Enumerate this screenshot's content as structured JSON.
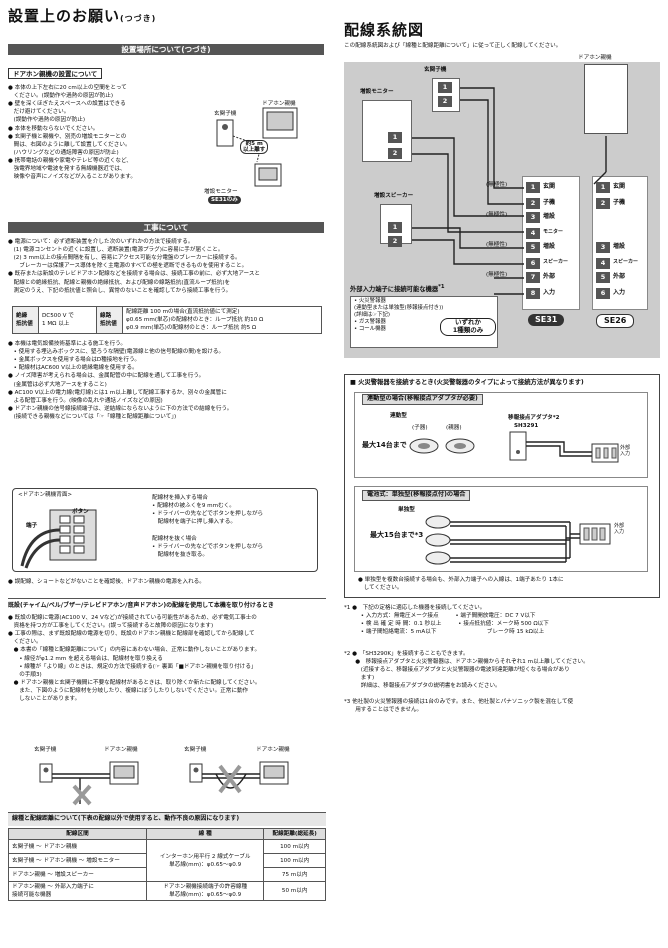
{
  "left": {
    "title": "設置上のお願い",
    "title_sub": "(つづき)",
    "install_bar": "設置場所について(つづき)",
    "doorphone_head": "ドアホン親機の設置について",
    "doorphone_bullets": "● 本体の上下左右に20 cm以上の空間をとって\n　ください。(誤動作や過熱の原因が防止)\n● 壁を深くほぎたえスペースへの設置はできる\n　だけ避けてください。\n　(誤動作や過熱の原因が防止)\n● 本体を移動ならないでください。\n● 玄関子機と親機や、別売の増設モニターとの\n　間は、右図のように離して設置してください。\n　(ハウリングなどの通話障害の原因が防止)\n● 携帯電話の親機や家電やテレビ等の近くなど、\n　強電界地域や電波を発する無線機器近では、\n　映像や音声にノイズなどが入ることがあります。",
    "fig_labels": [
      "玄関子機",
      "ドアホン親機",
      "約5 m\n以上離す",
      "増設モニター",
      "SE31のみ"
    ],
    "work_bar": "工事について",
    "work_text1": "● 電源について：必ず遮断装置を介した次のいずれかの方法で接続する。\n　(1) 電源コンセントの近くに設置し、遮断装置(電源プラグ)に容易に手が届くこと。\n　(2) 3 mm以上の接点間隔を有し、容易にアクセス可能な分電盤のブレーカーに接続する。\n　　ブレーカーは保護アース導体を除く主電源のすべての極を遮断できるものを使用すること。\n● 既存または新設のテレビドアホン配線などを接続する場合は、接続工事の前に、必ず大地アースと\n　配線との絶縁抵抗、配線と親機の絶縁抵抗、および配線の線路抵抗(直流ループ抵抗)を\n　測定のうえ、下記の抵抗値と照合し、異常のないことを確認してから接続工事を行う。",
    "spec_rows": [
      [
        "絶縁\n抵抗値",
        "DC500 V で\n1 MΩ 以上",
        "線路\n抵抗値",
        "配線距離 100 mの場合(直流抵抗値にて測定)\nφ0.65 mm(単芯)の配線材のとき：ループ抵抗 約10 Ω\nφ0.9 mm(単芯)の配線材のとき：ループ抵抗 約5 Ω"
      ]
    ],
    "work_text2": "● 本機は電気設備技術基準による施工を行う。\n　• 使用する埋込みボックスに、堅ろうな隔壁(電源線と他の信号配線の間)を設ける。\n　• 金属ボックスを使用する場合はD種接地を行う。\n　• 配線材はAC600 V以上の絶縁電線を使用する。\n● ノイズ障害が考えられる場合は、金属配管の中に配線を通して工事を行う。\n　(金属管は必ず大地アースをすること)\n● AC100 V以上の電力線(電灯線)とは1 m以上離して配線工事するか、別々の金属管に\n　よる配管工事を行う。(映像の乱れや通話ノイズなどの原因)\n● ドアホン親機の信号線接続端子は、逆結線にならないように下の方法での結線を行う。\n　(接続できる親機などについては「☞「線種と配線距離について」)",
    "terminal_fig": [
      "<ドアホン親機背面>",
      "端子",
      "ボタン"
    ],
    "terminal_notes": "配線材を挿入する場合\n• 配線材の被ふくを9 mmむく。\n• ドライバーの先などでボタンを押しながら\n　配線材を端子に押し挿入する。\n\n配線材を抜く場合\n• ドライバーの先などでボタンを押しながら\n　配線材を抜き取る。",
    "short_note": "● 誤配線、ショートなどがないことを確認後、ドアホン親機の電源を入れる。",
    "chime_head": "既設(チャイム/ベル/ブザー/テレビドアホン/音声ドアホン)の配線を使用して本機を取り付けるとき",
    "chime_text": "● 既設の配線に電源(AC100 V、24 Vなど)が接続されている可能性があるため、必ず電気工事士の\n　資格を持つ方が工事をしてください。(誤って接続すると故障の原因になります)\n● 工事の際は、まず既設配線の電源を切り、既設のドアホン親機と配線部を確認してから配線して\n　ください。\n　● 本書の「線種と配線距離について」の内容にあわない場合、正常に動作しないことがあります。\n　　• 線径がφ1.2 mm を超える場合は、配線材を取り換える\n　　• 線種が「より線」のときは、規定の方法で接続する(☞ 裏面「■ドアホン親機を取り付ける」\n　　の手順3)\n　● ドアホン親機と玄関子機間に不要な配線材があるときは、取り除くか新たに配線してください。\n　　また、下図のように配線材を分岐したり、複線にぼうしたりしないでください。正常に動作\n　　しないことがあります。",
    "branch_labels": [
      "玄関子機",
      "ドアホン親機",
      "玄関子機",
      "ドアホン親機"
    ],
    "cable_bar": "線種と配線距離について(下表の配線以外で使用すると、動作不良の原因になります)",
    "cable_table": {
      "headers": [
        "配線区間",
        "線 種",
        "配線距離(総延長)"
      ],
      "rows": [
        [
          "玄関子機 ～ ドアホン親機",
          "インターホン用平行 2 線式ケーブル\n単芯線(mm)：φ0.65～φ0.9",
          "100 m以内"
        ],
        [
          "玄関子機 ～ ドアホン親機 ～ 増設モニター",
          "",
          "100 m以内"
        ],
        [
          "ドアホン親機 ～ 増設スピーカー",
          "",
          "75 m以内"
        ],
        [
          "ドアホン親機 ～ 外部入力端子に\n接続可能な機器",
          "ドアホン親機接続端子の許容線種\n単芯線(mm)：φ0.65～φ0.9",
          "50 m以内"
        ]
      ]
    }
  },
  "right": {
    "title": "配線系統図",
    "intro": "この配線系統図および「線種と配線距離について」に従って正しく配線してください。",
    "doorphone_label": "ドアホン親機",
    "entrance_label": "玄関子機",
    "monitor_label": "増設モニター",
    "speaker_label": "増設スピーカー",
    "nonpolar": "(無極性)",
    "ext_label": "外部入力端子に接続可能な機器",
    "ext_mark": "*1",
    "ext_items": "• 火災警報器\n(連動型または単独型(移報接点付き))\n(詳細は☞下記)\n• ガス警報器\n• コール機器",
    "either": "いずれか\n1種類のみ",
    "se31_terms": [
      [
        "1",
        "玄関"
      ],
      [
        "2",
        "子機"
      ],
      [
        "3",
        "増設"
      ],
      [
        "4",
        "モニター"
      ],
      [
        "5",
        "増設"
      ],
      [
        "6",
        "スピーカー"
      ],
      [
        "7",
        "外部"
      ],
      [
        "8",
        "入力"
      ]
    ],
    "se26_terms": [
      [
        "1",
        "玄関"
      ],
      [
        "2",
        "子機"
      ],
      [
        "3",
        "増設"
      ],
      [
        "4",
        "スピーカー"
      ],
      [
        "5",
        "外部"
      ],
      [
        "6",
        "入力"
      ]
    ],
    "model1": "SE31",
    "model2": "SE26",
    "fire_head": "■ 火災警報器を接続するとき(火災警報器のタイプによって接続方法が異なります)",
    "linked_head": "連動型の場合(移報接点アダプタが必要)",
    "linked_label": "連動型",
    "linked_sub": [
      "(子器)",
      "(親器)"
    ],
    "linked_max": "最大14台まで",
    "adapter_label": "移報接点アダプタ*2",
    "adapter_model": "SH3291",
    "outer_input": "外部\n入力",
    "battery_head": "電池式：単独型(移報接点付)の場合",
    "single_label": "単独型",
    "single_max": "最大15台まで*3",
    "outer_input2": "外部\n入力",
    "single_note": "● 単独型を複数台接続する場合も、外部入力端子への入線は、1端子あたり 1本に\n　してください。",
    "fn1": "*1 ●　下記の定格に適応した機器を接続してください。\n　　　• 入力方式：無電圧メーク接点　　　• 端子間開放電圧：DC 7 V以下\n　　　• 検 出 確 定 時 間：0.1 秒以上　　　• 接点抵抗値：メーク時 500 Ω以下\n　　　• 端子間短絡電流：5 mA以下　　　　　　　　　ブレーク時 15 kΩ以上",
    "fn2": "*2 ●　「SH3290K」を接続することもできます。\n　　●　移報接点アダプタと火災警報器は、ドアホン親機からそれぞれ1 m以上離してください。\n　　　(近接すると、移報接点アダプタと火災警報器の電波到達距離が短くなる場合があり\n　　　ます)\n　　　詳細は、移報接点アダプタの説明書をお読みください。",
    "fn3": "*3 他社製の火災警報器の接続は1台のみです。また、他社製とパナソニック製を混在して使\n　　用することはできません。"
  }
}
